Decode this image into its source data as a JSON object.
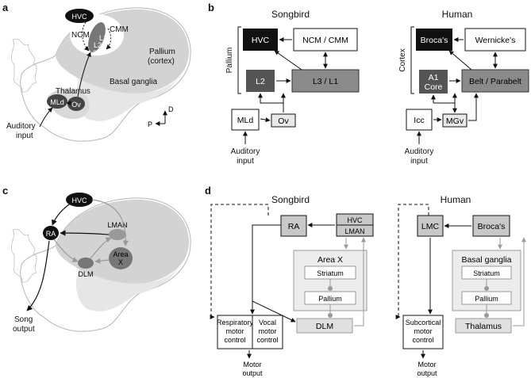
{
  "colors": {
    "black": "#111111",
    "dark": "#555555",
    "mid": "#8a8a8a",
    "light": "#d2d2d2",
    "pale": "#ececec",
    "line_grey": "#9a9a9a"
  },
  "panel_a": {
    "letter": "a",
    "labels": {
      "hvc": "HVC",
      "ncm": "NCM",
      "cmm": "CMM",
      "l1": "L1",
      "l2": "L2",
      "l3": "L3",
      "pallium": "Pallium",
      "cortex": "(cortex)",
      "basal_ganglia": "Basal ganglia",
      "thalamus": "Thalamus",
      "mld": "MLd",
      "ov": "Ov",
      "auditory1": "Auditory",
      "auditory2": "input",
      "d": "D",
      "p": "P"
    }
  },
  "panel_b": {
    "letter": "b",
    "songbird": {
      "heading": "Songbird",
      "side_label": "Pallium",
      "hvc": "HVC",
      "ncm_cmm": "NCM / CMM",
      "l2": "L2",
      "l3_l1": "L3 / L1",
      "mld": "MLd",
      "ov": "Ov",
      "input1": "Auditory",
      "input2": "input"
    },
    "human": {
      "heading": "Human",
      "side_label": "Cortex",
      "broca": "Broca's",
      "wernicke": "Wernicke's",
      "a1_1": "A1",
      "a1_2": "Core",
      "belt": "Belt / Parabelt",
      "icc": "Icc",
      "mgv": "MGv",
      "input1": "Auditory",
      "input2": "input"
    }
  },
  "panel_c": {
    "letter": "c",
    "labels": {
      "hvc": "HVC",
      "ra": "RA",
      "lman": "LMAN",
      "area1": "Area",
      "area2": "X",
      "dlm": "DLM",
      "song1": "Song",
      "song2": "output"
    }
  },
  "panel_d": {
    "letter": "d",
    "songbird": {
      "heading": "Songbird",
      "ra": "RA",
      "hvc": "HVC",
      "lman": "LMAN",
      "area_x": "Area X",
      "striatum": "Striatum",
      "pallium": "Pallium",
      "dlm": "DLM",
      "resp1": "Respiratory",
      "resp2": "motor",
      "resp3": "control",
      "vocal1": "Vocal",
      "vocal2": "motor",
      "vocal3": "control",
      "out1": "Motor",
      "out2": "output"
    },
    "human": {
      "heading": "Human",
      "lmc": "LMC",
      "broca": "Broca's",
      "basal_ganglia": "Basal ganglia",
      "striatum": "Striatum",
      "pallium": "Pallium",
      "thalamus": "Thalamus",
      "sub1": "Subcortical",
      "sub2": "motor",
      "sub3": "control",
      "out1": "Motor",
      "out2": "output"
    }
  }
}
